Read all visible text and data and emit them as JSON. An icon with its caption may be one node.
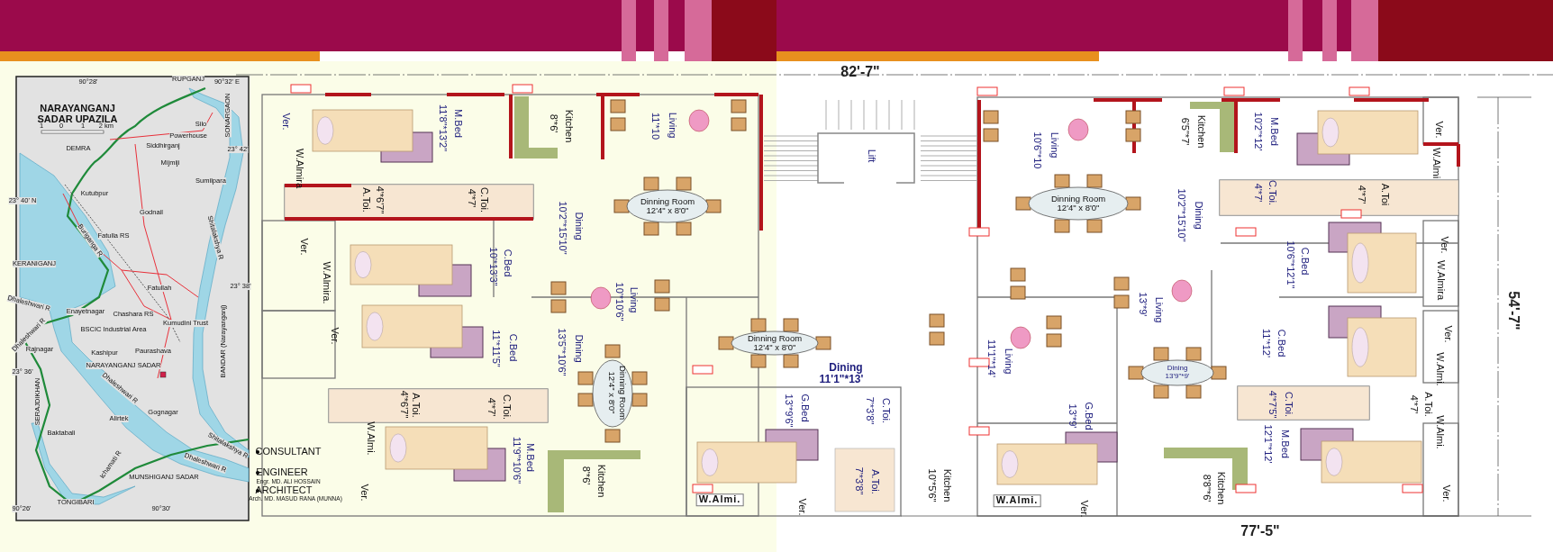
{
  "diagram": {
    "labels": [
      "NARAYANGANJ SADAR UPAZILA",
      "90°28'",
      "RUPGANJ",
      "90°32' E",
      "SONARGAON",
      "23° 42'",
      "Silo",
      "Powerhouse",
      "1",
      "0",
      "1",
      "2 km",
      "DEMRA",
      "Siddhirganj",
      "Mijmiji",
      "Sumilpara",
      "Kutubpur",
      "23° 40' N",
      "Godnail",
      "Buriganga R",
      "Fatulla RS",
      "Shitalakshya R",
      "KERANIGANJ",
      "Fatullah",
      "23° 38'",
      "Dhaleshwari R",
      "Enayetnagar",
      "Chashara RS",
      "Kumudini Trust",
      "BANDAR (Narayanganj)",
      "BSCIC Industrial Area",
      "Dhaleshwari R",
      "Rajnagar",
      "Kashipur",
      "Paurashava",
      "23° 36'",
      "NARAYANGANJ SADAR",
      "SERAJDIKHAN",
      "Dhaleshwari R",
      "Gognagar",
      "Alirtek",
      "Baktabali",
      "Shitalakshya R",
      "Dhaleshwari R",
      "Ichamati R",
      "MUNSHIGANJ SADAR",
      "TONGIBARI",
      "90°26'",
      "90°30'",
      "82'-7\"",
      "Ver.",
      "M.Bed",
      "11'8\"*13'2\"",
      "Kitchen",
      "8'*6'",
      "Living",
      "11'*10",
      "Lift",
      "Living",
      "10'6\"*10",
      "Kitchen",
      "6'5\"*7'",
      "M.Bed",
      "10'2\"*12'",
      "Ver.",
      "W.Almira",
      "A.Toi.",
      "4'*6'7\"",
      "C.Toi.",
      "4'*7'",
      "Dinning Room",
      "12'4\" x 8'0\"",
      "Dining",
      "10'2\"*15'10\"",
      "Dinning Room",
      "12'4\" x 8'0\"",
      "W.Almi",
      "C.Toi.",
      "4'*7'",
      "4'*7'",
      "A.Toi",
      "Dining",
      "10'2\"*15'10\"",
      "Ver.",
      "C.Bed",
      "10'*13'3\"",
      "W.Almira.",
      "Living",
      "10'*10'6\"",
      "Ver.",
      "C.Bed",
      "10'6\"*12'1\"",
      "W.Almira",
      "Living",
      "13'*9'",
      "54'-7\"",
      "Ver.",
      "C.Bed",
      "11'*11'5\"",
      "Dining",
      "13'5\"*10'6\"",
      "Dinning Room",
      "12'4\" x 8'0\"",
      "Dinning Room",
      "12'4\" x 8'0\"",
      "Living",
      "11'1\"*14'",
      "Ver.",
      "C.Bed",
      "11'*12'",
      "Dining",
      "13'9\"*9'",
      "W.Almi.",
      "Dining",
      "11'1\"*13'",
      "A.Toi.",
      "4'*6'7\"",
      "C.Toi.",
      "4'*7'",
      "G.Bed",
      "13'*9'6\"",
      "C.Toi.",
      "7'*3'8\"",
      "C.Toi.",
      "4'*7'5\"",
      "A.Toi.",
      "4'*7'",
      "G.Bed",
      "13'*9'",
      "W.Almi.",
      "CONSULTANT",
      "W.Almi.",
      "M.Bed",
      "11'9\"*10'6\"",
      "M.Bed",
      "12'1\"*12'",
      "ENGINEER",
      "Engr. MD. ALI HOSSAIN",
      "Kitchen",
      "8'*6'",
      "A.Toi.",
      "7'*3'8\"",
      "Kitchen",
      "10'*5'6\"",
      "Kitchen",
      "8'8\"*6'",
      "ARCHITECT",
      "Arch. MD. MASUD RANA (MUNNA)",
      "Ver.",
      "W.Almi.",
      "W.Almi.",
      "Ver.",
      "Ver.",
      "Ver.",
      "77'-5\""
    ]
  }
}
